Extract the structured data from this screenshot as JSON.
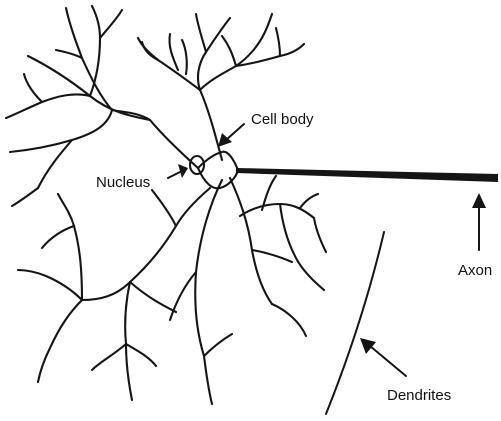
{
  "labels": {
    "cell_body": "Cell body",
    "nucleus": "Nucleus",
    "axon": "Axon",
    "dendrites": "Dendrites"
  },
  "colors": {
    "background": "#ffffff",
    "ink": "#151515"
  }
}
